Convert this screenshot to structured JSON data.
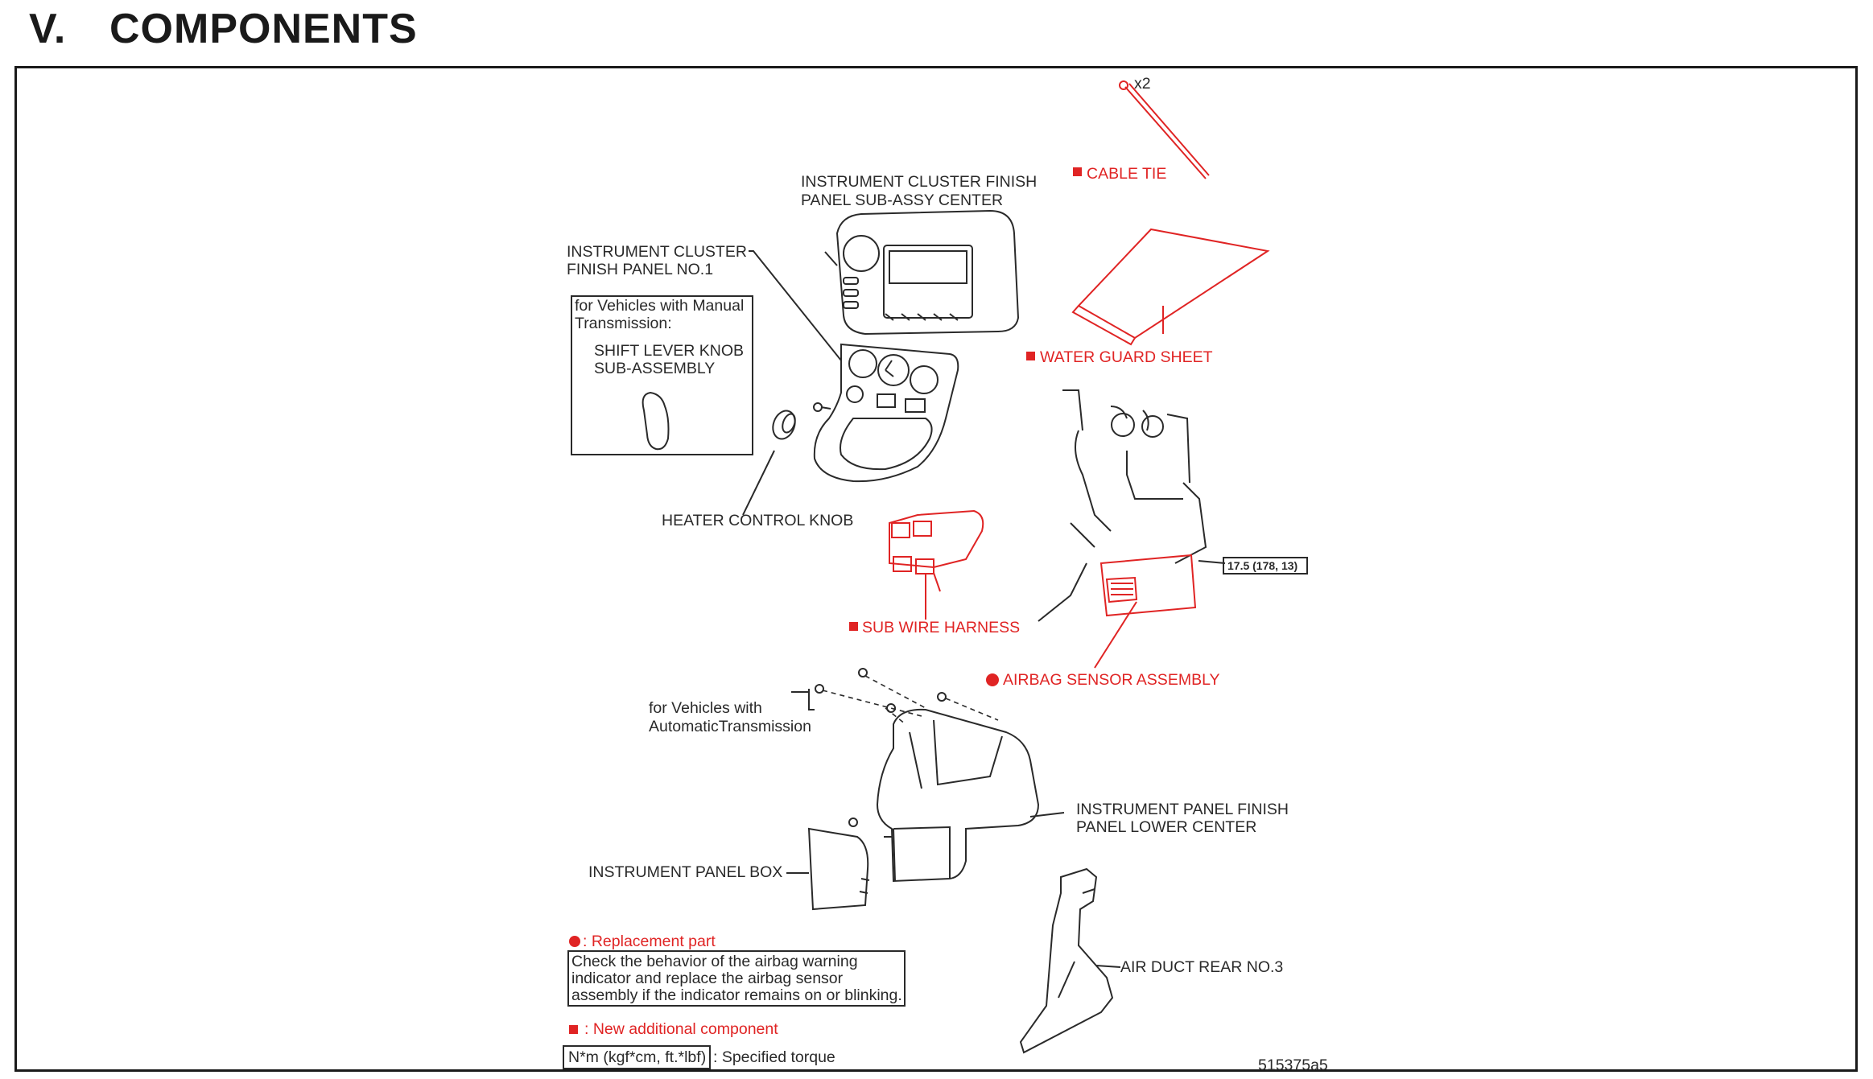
{
  "heading": {
    "number": "V.",
    "title": "COMPONENTS"
  },
  "labels": {
    "cluster_center": [
      "INSTRUMENT CLUSTER FINISH",
      "PANEL SUB-ASSY CENTER"
    ],
    "cluster_no1": [
      "INSTRUMENT CLUSTER",
      "FINISH PANEL NO.1"
    ],
    "manual_note": [
      "for Vehicles with Manual",
      "Transmission:"
    ],
    "shift_knob": [
      "SHIFT LEVER KNOB",
      "SUB-ASSEMBLY"
    ],
    "heater_knob": "HEATER CONTROL KNOB",
    "cable_tie": "CABLE TIE",
    "cable_tie_qty": "x2",
    "water_guard": "WATER GUARD SHEET",
    "sub_wire": "SUB WIRE HARNESS",
    "torque": "17.5 (178, 13)",
    "airbag_sensor": "AIRBAG SENSOR ASSEMBLY",
    "auto_note": [
      "for Vehicles with",
      "AutomaticTransmission"
    ],
    "panel_lower": [
      "INSTRUMENT PANEL FINISH",
      "PANEL LOWER CENTER"
    ],
    "panel_box": "INSTRUMENT PANEL BOX",
    "air_duct": "AIR DUCT REAR NO.3",
    "figure_code": "515375a5"
  },
  "legend": {
    "replacement": ": Replacement part",
    "check_note": [
      "Check the behavior of the airbag warning",
      "indicator and replace the airbag sensor",
      "assembly if the indicator remains on or blinking."
    ],
    "new_component": ": New additional component",
    "torque_unit": "N*m (kgf*cm, ft.*lbf)",
    "torque_desc": ": Specified torque"
  },
  "colors": {
    "highlight": "#e02424",
    "line": "#2a2a2a"
  }
}
